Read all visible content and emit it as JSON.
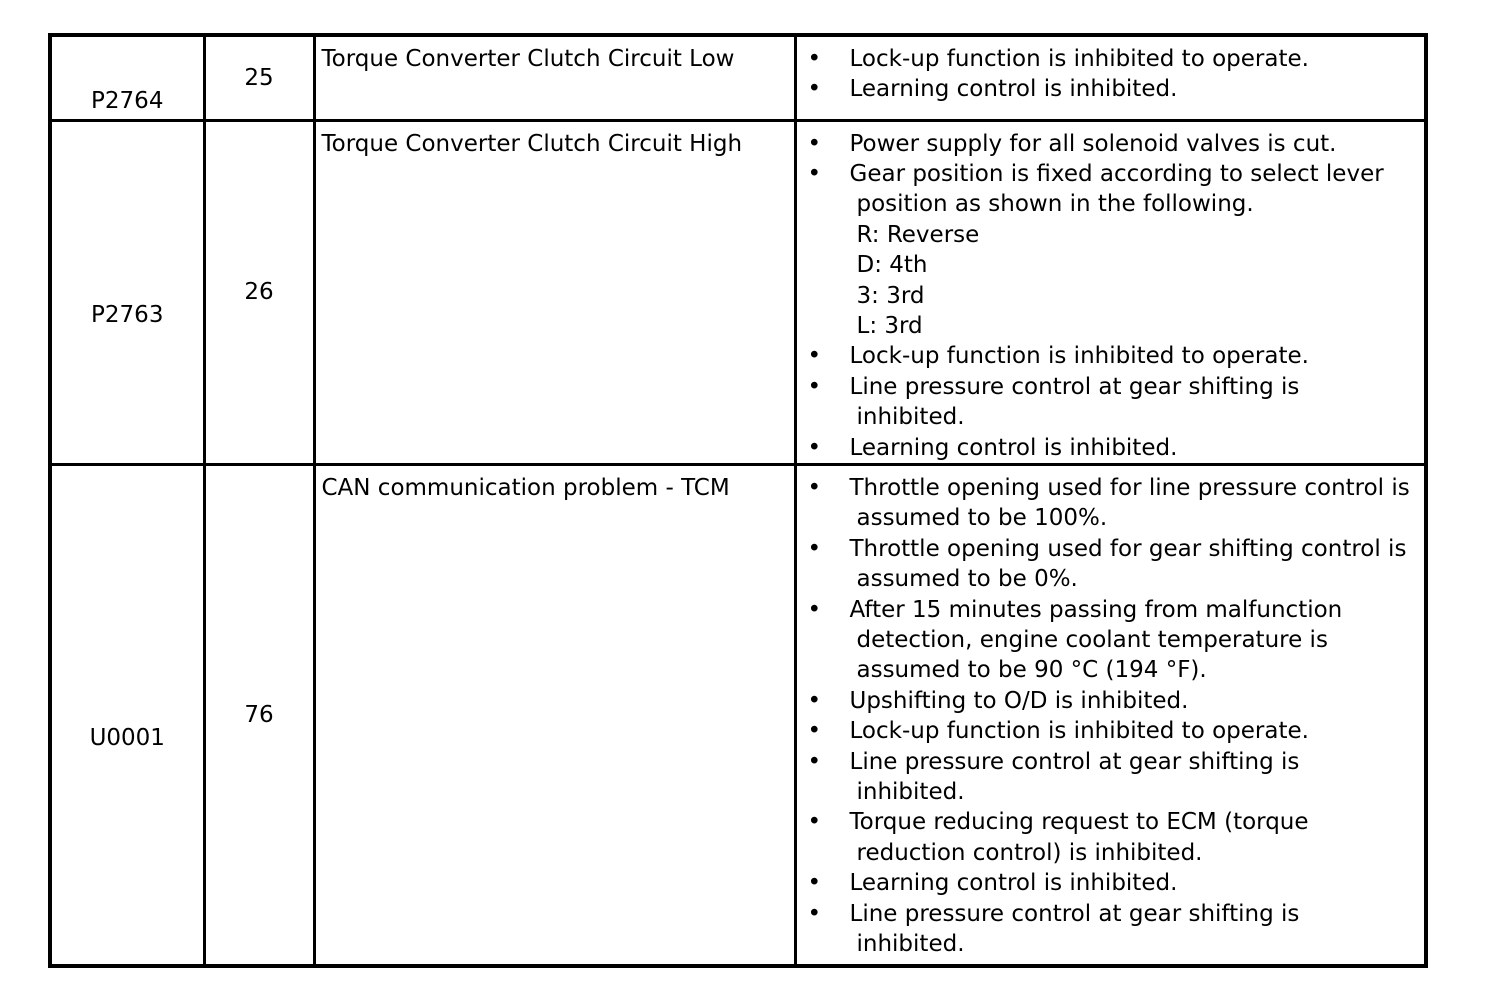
{
  "page": {
    "background_color": "#ffffff",
    "border_color": "#000000",
    "text_color": "#000000"
  },
  "glyphs": {
    "bullet": "•"
  },
  "table": {
    "rows": [
      {
        "dtc": "P2764",
        "code": "25",
        "description": "Torque Converter Clutch Circuit Low",
        "effects": [
          {
            "text": "Lock-up function is inhibited to operate."
          },
          {
            "text": "Learning control is inhibited."
          }
        ]
      },
      {
        "dtc": "P2763",
        "code": "26",
        "description": "Torque Converter Clutch Circuit High",
        "effects": [
          {
            "text": "Power supply for all solenoid valves is cut."
          },
          {
            "text": "Gear position is fixed according to select lever position as shown in the following.",
            "sublines": [
              "R: Reverse",
              "D: 4th",
              "3: 3rd",
              "L: 3rd"
            ]
          },
          {
            "text": "Lock-up function is inhibited to operate."
          },
          {
            "text": "Line pressure control at gear shifting is inhibited."
          },
          {
            "text": "Learning control is inhibited."
          }
        ]
      },
      {
        "dtc": "U0001",
        "code": "76",
        "description": "CAN communication problem - TCM",
        "effects": [
          {
            "text": "Throttle opening used for line pressure control is assumed to be 100%."
          },
          {
            "text": "Throttle opening used for gear shifting control is assumed to be 0%."
          },
          {
            "text": "After 15 minutes passing from malfunction detection, engine coolant temperature is assumed to be 90 °C (194 °F)."
          },
          {
            "text": "Upshifting to O/D is inhibited."
          },
          {
            "text": "Lock-up function is inhibited to operate."
          },
          {
            "text": "Line pressure control at gear shifting is inhibited."
          },
          {
            "text": "Torque reducing request to ECM (torque reduction control) is inhibited."
          },
          {
            "text": "Learning control is inhibited."
          },
          {
            "text": "Line pressure control at gear shifting is inhibited."
          }
        ]
      }
    ]
  }
}
